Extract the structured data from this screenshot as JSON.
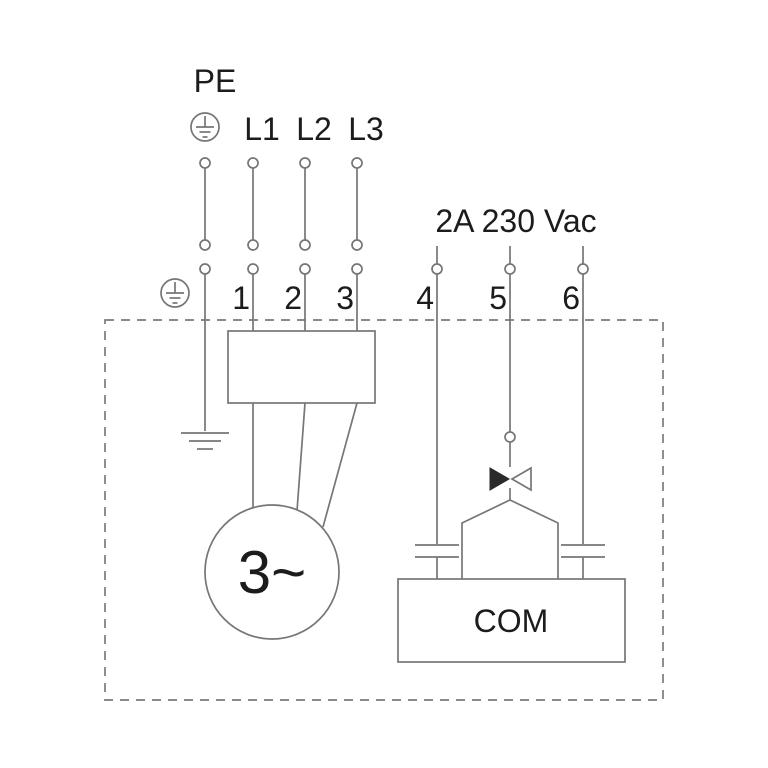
{
  "diagram": {
    "type": "electrical-wiring-diagram",
    "labels": {
      "pe": "PE",
      "l1": "L1",
      "l2": "L2",
      "l3": "L3",
      "rating": "2A 230 Vac",
      "motor": "3~",
      "com": "COM"
    },
    "terminals": [
      "1",
      "2",
      "3",
      "4",
      "5",
      "6"
    ],
    "colors": {
      "wire": "#767676",
      "text": "#1c1c1c",
      "background": "#ffffff"
    }
  }
}
